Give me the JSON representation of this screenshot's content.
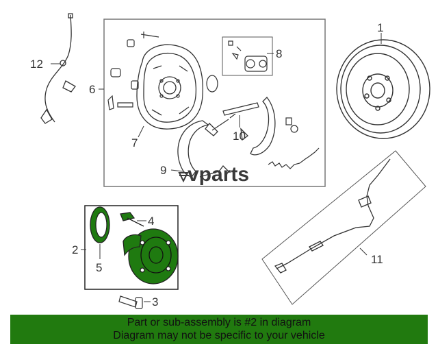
{
  "callouts": {
    "c1": "1",
    "c2": "2",
    "c3": "3",
    "c4": "4",
    "c5": "5",
    "c6": "6",
    "c7": "7",
    "c8": "8",
    "c9": "9",
    "c10": "10",
    "c11": "11",
    "c12": "12"
  },
  "watermark": "vparts",
  "notice": {
    "line1": "Part or sub-assembly is #2 in diagram",
    "line2": "Diagram may not be specific to your vehicle"
  },
  "colors": {
    "highlight": "#1f7a10",
    "footer": "#217a0f",
    "line": "#333333"
  }
}
